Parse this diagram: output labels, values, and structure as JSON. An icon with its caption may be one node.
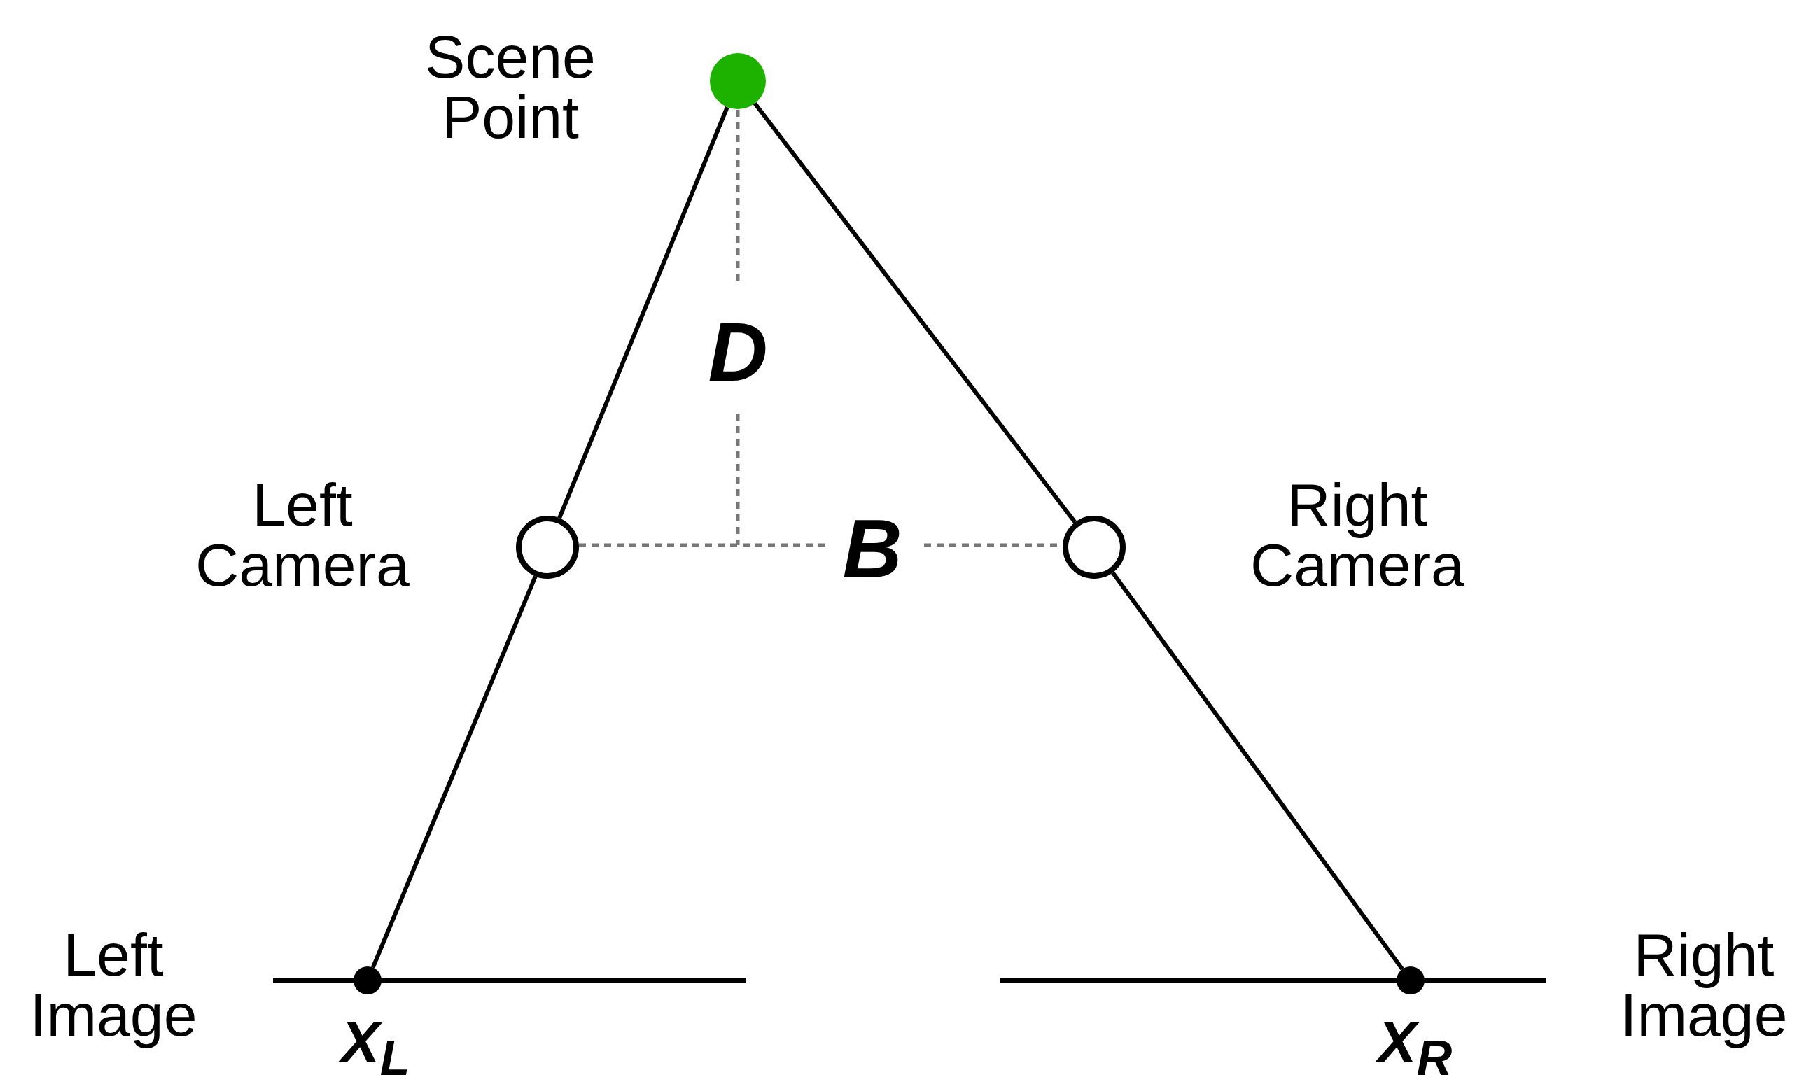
{
  "diagram": {
    "nodes": [
      {
        "text": [],
        "shape": "circle",
        "beside": [
          "Scene Point"
        ]
      },
      {
        "text": [],
        "shape": "circle",
        "beside": [
          "Left Camera"
        ]
      },
      {
        "text": [],
        "shape": "circle",
        "beside": [
          "Right Camera"
        ]
      },
      {
        "text": [],
        "shape": "bar",
        "beside": [
          "Left Image"
        ]
      },
      {
        "text": [],
        "shape": "circle",
        "beside": [
          "X$_{L}$"
        ]
      },
      {
        "text": [],
        "shape": "bar",
        "beside": [
          "Right Image"
        ]
      },
      {
        "text": [],
        "shape": "circle",
        "beside": [
          "X$_{R}$"
        ]
      }
    ],
    "edges": [
      {
        "from": 0,
        "to": 1,
        "arrow": "none"
      },
      {
        "from": 1,
        "to": 4,
        "arrow": "none"
      },
      {
        "from": 0,
        "to": 2,
        "arrow": "none"
      },
      {
        "from": 2,
        "to": 6,
        "arrow": "none"
      }
    ],
    "labels": [
      "D",
      "B"
    ]
  }
}
